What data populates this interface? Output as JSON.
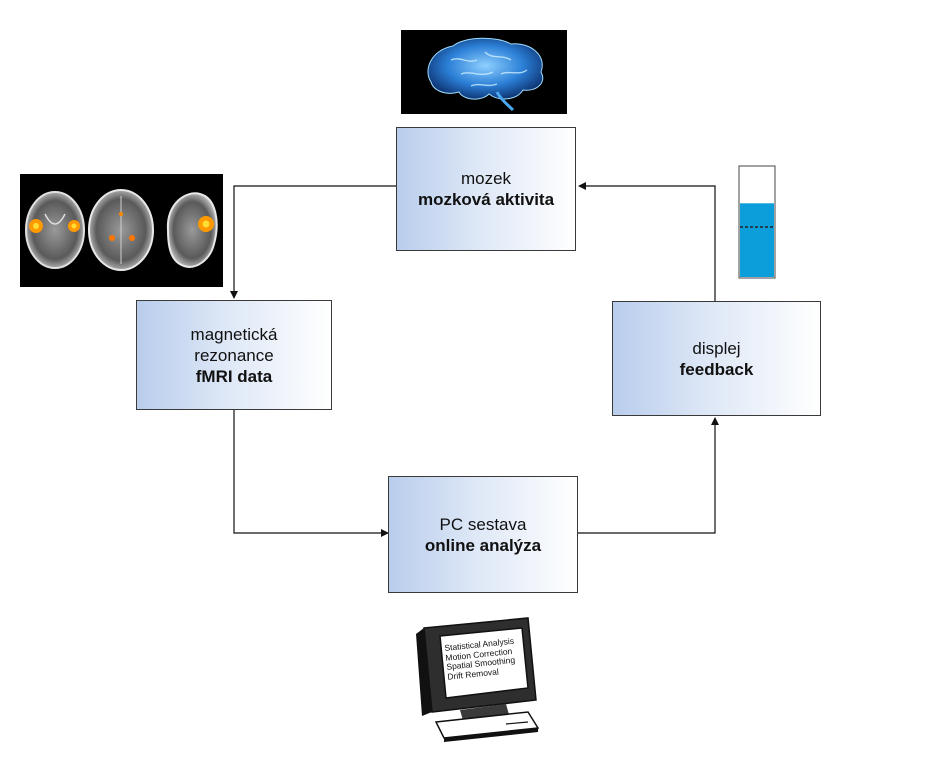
{
  "nodes": {
    "brain": {
      "line1": "mozek",
      "line2": "mozková aktivita"
    },
    "mri": {
      "line1": "magnetická",
      "line2": "rezonance",
      "line3": "fMRI data"
    },
    "pc": {
      "line1": "PC sestava",
      "line2": "online analýza"
    },
    "display": {
      "line1": "displej",
      "line2": "feedback"
    }
  },
  "computer_screen": {
    "lines": [
      "Statistical Analysis",
      "Motion Correction",
      "Spatial Smoothing",
      "Drift Removal"
    ]
  },
  "images": {
    "brain_photo": "glowing-brain-icon",
    "mri_scans": "mri-brain-scans-icon",
    "computer": "computer-monitor-icon",
    "feedback_bar": "feedback-thermometer-icon"
  },
  "colors": {
    "box_gradient_start": "#b9cdec",
    "box_gradient_end": "#ffffff",
    "feedback_fill": "#0c9ddb",
    "arrow": "#111111"
  },
  "feedback_level": 0.67
}
